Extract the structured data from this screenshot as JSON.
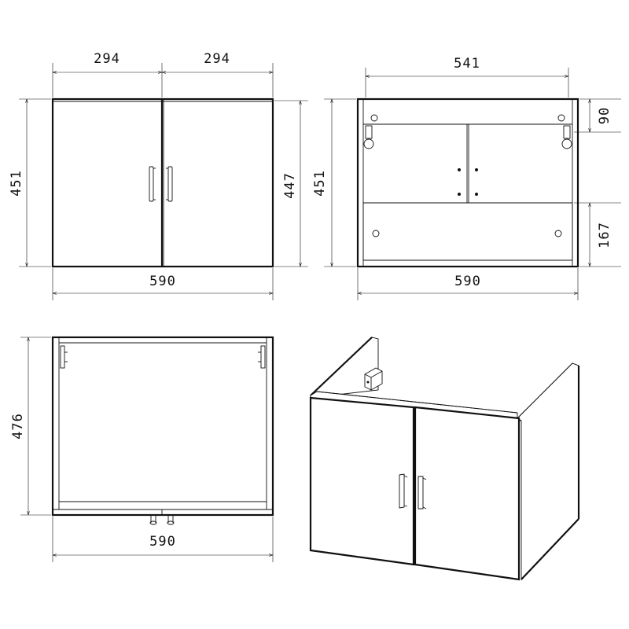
{
  "views": {
    "front": {
      "dims": {
        "left_door_width": "294",
        "right_door_width": "294",
        "height": "451",
        "inner_height": "447",
        "total_width": "590"
      }
    },
    "back": {
      "dims": {
        "inner_width": "541",
        "height": "451",
        "top_rail": "90",
        "bottom_panel": "167",
        "total_width": "590"
      }
    },
    "top": {
      "dims": {
        "depth": "476",
        "total_width": "590"
      }
    }
  },
  "colors": {
    "line": "#111111",
    "background": "#ffffff"
  }
}
